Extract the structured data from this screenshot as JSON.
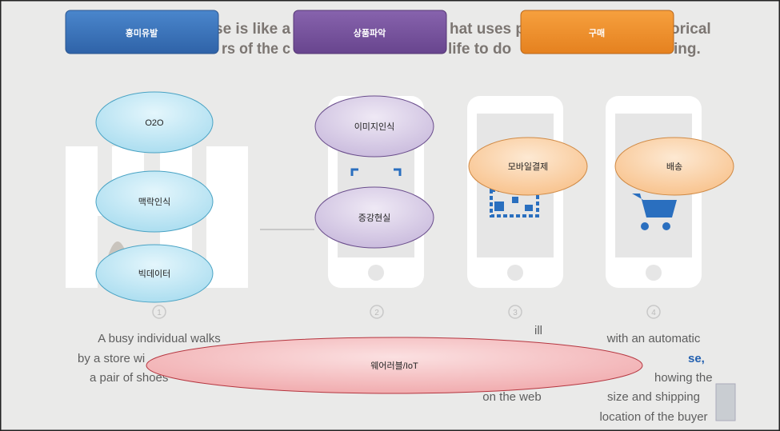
{
  "background": {
    "headline_fragments": [
      "se is like a",
      "hat uses p",
      "orical",
      "rs of the c",
      "life to do",
      "ing."
    ],
    "step_numbers": [
      "1",
      "2",
      "3",
      "4"
    ],
    "captions": {
      "col1": [
        "A busy individual walks",
        "by a store wi",
        "a pair of shoes"
      ],
      "col3": [
        "ill",
        "on the web"
      ],
      "col4": [
        "with an automatic",
        "se,",
        "howing the",
        "size and shipping",
        "location of the buyer"
      ]
    }
  },
  "stages": [
    {
      "label": "흥미유발",
      "color": "#3a73ba"
    },
    {
      "label": "상품파악",
      "color": "#74509a"
    },
    {
      "label": "구매",
      "color": "#ef8c2c"
    }
  ],
  "nodes": {
    "interest": [
      "O2O",
      "맥락인식",
      "빅데이터"
    ],
    "product": [
      "이미지인식",
      "증강현실"
    ],
    "purchase": [
      "모바일결제",
      "배송"
    ],
    "common": "웨어러블/IoT"
  },
  "colors": {
    "blue_fill": "#bfe6f4",
    "purple_fill": "#d8cfe6",
    "orange_fill": "#fbd3a8",
    "pink_fill": "#f5bfc1",
    "link_blue": "#2360b0"
  }
}
